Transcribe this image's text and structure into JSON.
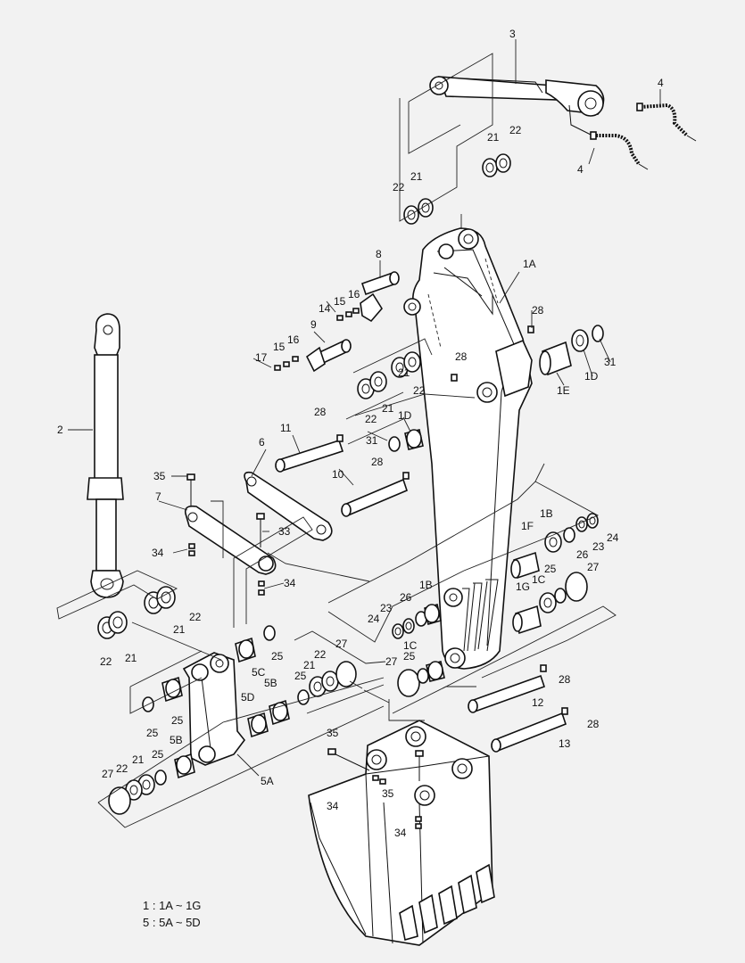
{
  "labels": {
    "l1A": "1A",
    "l1B_r": "1B",
    "l1B_l": "1B",
    "l1C_r": "1C",
    "l1C_l": "1C",
    "l1D_r": "1D",
    "l1D_l": "1D",
    "l1E": "1E",
    "l1F": "1F",
    "l1G": "1G",
    "l2": "2",
    "l3": "3",
    "l4a": "4",
    "l4b": "4",
    "l5A": "5A",
    "l5B_a": "5B",
    "l5B_b": "5B",
    "l5C": "5C",
    "l5D": "5D",
    "l6": "6",
    "l7": "7",
    "l8": "8",
    "l9": "9",
    "l10": "10",
    "l11": "11",
    "l12": "12",
    "l13": "13",
    "l14": "14",
    "l15a": "15",
    "l15b": "15",
    "l16a": "16",
    "l16b": "16",
    "l17": "17",
    "l21a": "21",
    "l21b": "21",
    "l21c": "21",
    "l21d": "21",
    "l21e": "21",
    "l21f": "21",
    "l21g": "21",
    "l21h": "21",
    "l22a": "22",
    "l22b": "22",
    "l22c": "22",
    "l22d": "22",
    "l22e": "22",
    "l22f": "22",
    "l22g": "22",
    "l22h": "22",
    "l23a": "23",
    "l23b": "23",
    "l24a": "24",
    "l24b": "24",
    "l25a": "25",
    "l25b": "25",
    "l25c": "25",
    "l25d": "25",
    "l25e": "25",
    "l25f": "25",
    "l25g": "25",
    "l26a": "26",
    "l26b": "26",
    "l27a": "27",
    "l27b": "27",
    "l27c": "27",
    "l27d": "27",
    "l28a": "28",
    "l28b": "28",
    "l28c": "28",
    "l28d": "28",
    "l28e": "28",
    "l28f": "28",
    "l31a": "31",
    "l31b": "31",
    "l33": "33",
    "l34a": "34",
    "l34b": "34",
    "l34c": "34",
    "l34d": "34",
    "l35a": "35",
    "l35b": "35",
    "l35c": "35"
  },
  "legend": {
    "line1": "1 : 1A ~ 1G",
    "line2": "5 : 5A ~ 5D"
  }
}
